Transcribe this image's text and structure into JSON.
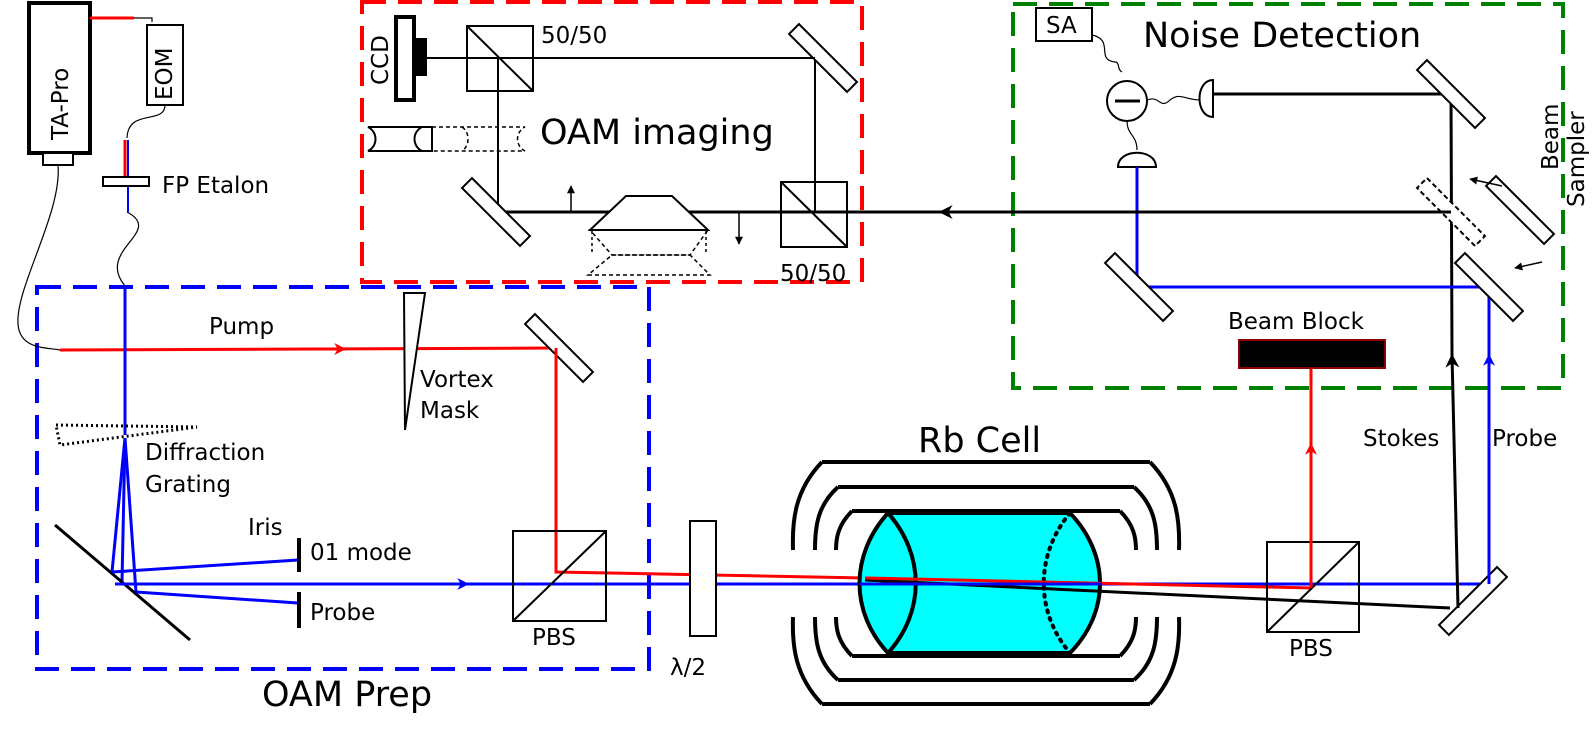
{
  "laser": {
    "source_label": "TA-Pro",
    "modulator_label": "EOM",
    "etalon_label": "FP Etalon"
  },
  "oam_prep": {
    "title": "OAM Prep",
    "pump_label": "Pump",
    "vortex_mask_label_1": "Vortex",
    "vortex_mask_label_2": "Mask",
    "grating_label_1": "Diffraction",
    "grating_label_2": "Grating",
    "iris_label": "Iris",
    "mode_01_label": "01 mode",
    "probe_label": "Probe",
    "pbs_label": "PBS"
  },
  "oam_imaging": {
    "title": "OAM imaging",
    "ccd_label": "CCD",
    "splitter_top_label": "50/50",
    "splitter_bottom_label": "50/50"
  },
  "noise_detection": {
    "title": "Noise Detection",
    "sa_label": "SA",
    "beam_sampler_label_1": "Beam",
    "beam_sampler_label_2": "Sampler",
    "beam_block_label": "Beam Block"
  },
  "main_path": {
    "halfwave_label": "λ/2",
    "rb_cell_label": "Rb Cell",
    "pbs_right_label": "PBS",
    "stokes_label": "Stokes",
    "probe_right_label": "Probe"
  },
  "colors": {
    "pump": "#ff0000",
    "probe": "#0000ff",
    "stokes": "#000000",
    "oam_prep_box": "#0000ff",
    "oam_imaging_box": "#ff0000",
    "noise_box": "#008000",
    "rb_cell": "#00ffff"
  }
}
